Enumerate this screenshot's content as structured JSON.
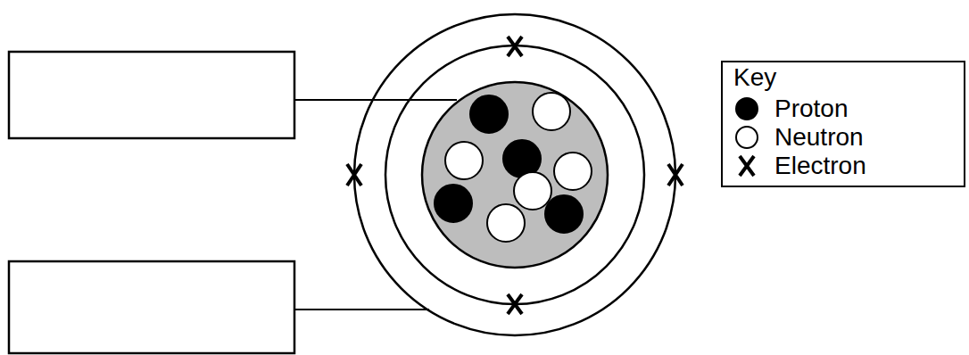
{
  "diagram": {
    "nodes": [
      {
        "text": [
          "Key"
        ]
      }
    ],
    "legend": [
      {
        "text": "Proton"
      },
      {
        "text": "Neutron"
      },
      {
        "text": "Electron"
      }
    ]
  }
}
